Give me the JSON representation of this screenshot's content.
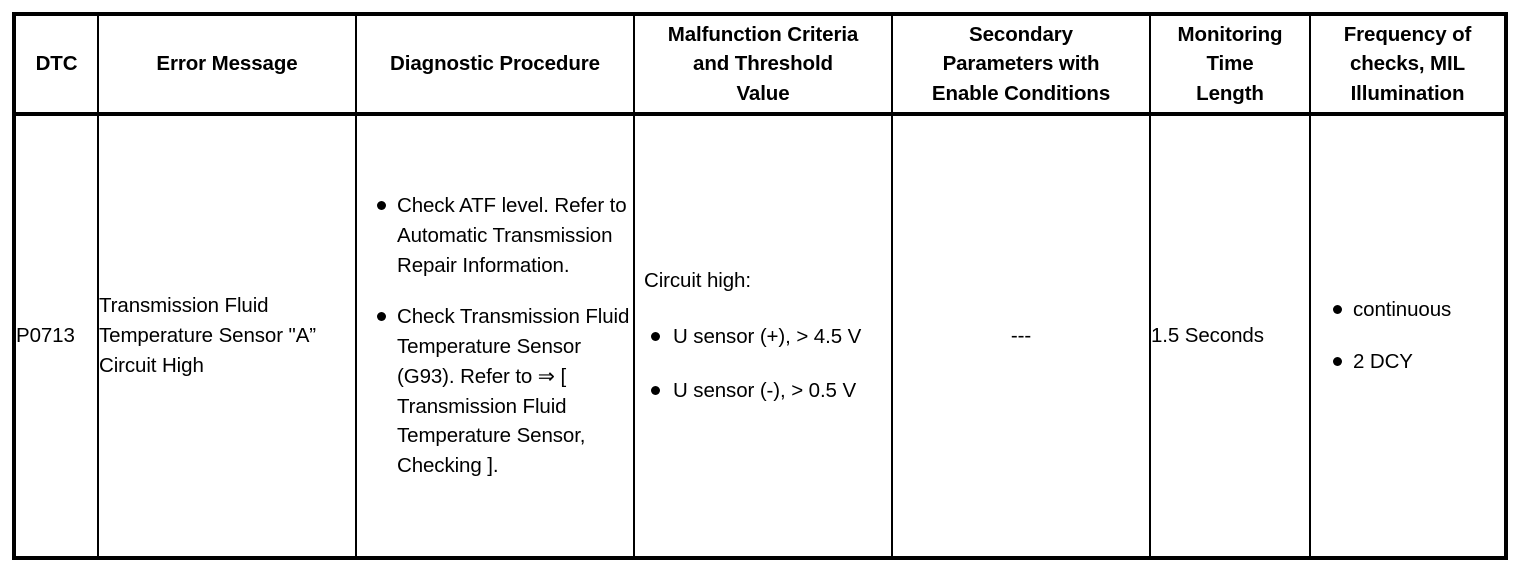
{
  "table": {
    "columns": [
      {
        "id": "dtc",
        "header": "DTC"
      },
      {
        "id": "error_message",
        "header": "Error Message"
      },
      {
        "id": "diagnostic",
        "header": "Diagnostic Procedure"
      },
      {
        "id": "malfunction",
        "header": "Malfunction Criteria and Threshold Value"
      },
      {
        "id": "secondary",
        "header": "Secondary Parameters with Enable Conditions"
      },
      {
        "id": "monitoring",
        "header": "Monitoring Time Length"
      },
      {
        "id": "frequency",
        "header": "Frequency of checks, MIL Illumination"
      }
    ],
    "header_lines": {
      "dtc": [
        "DTC"
      ],
      "error_message": [
        "Error Message"
      ],
      "diagnostic": [
        "Diagnostic Procedure"
      ],
      "malfunction": [
        "Malfunction Criteria",
        "and Threshold",
        "Value"
      ],
      "secondary": [
        "Secondary",
        "Parameters with",
        "Enable Conditions"
      ],
      "monitoring": [
        "Monitoring",
        "Time",
        "Length"
      ],
      "frequency": [
        "Frequency of",
        "checks, MIL",
        "Illumination"
      ]
    },
    "rows": [
      {
        "dtc": "P0713",
        "error_message": "Transmission Fluid Temperature Sensor \"A” Circuit High",
        "diagnostic_steps": [
          "Check ATF level. Refer to Automatic Transmission Repair Information.",
          "Check Transmission Fluid Temperature Sensor (G93). Refer to ⇒ [ Transmission Fluid Temperature Sensor, Checking ]."
        ],
        "malfunction_lead": "Circuit high:",
        "malfunction_items": [
          "U sensor (+), > 4.5 V",
          "U sensor (-), > 0.5 V"
        ],
        "secondary": "---",
        "monitoring": "1.5 Seconds",
        "frequency_items": [
          "continuous",
          "2 DCY"
        ]
      }
    ]
  },
  "colors": {
    "border": "#000000",
    "text": "#000000",
    "background": "#ffffff"
  }
}
